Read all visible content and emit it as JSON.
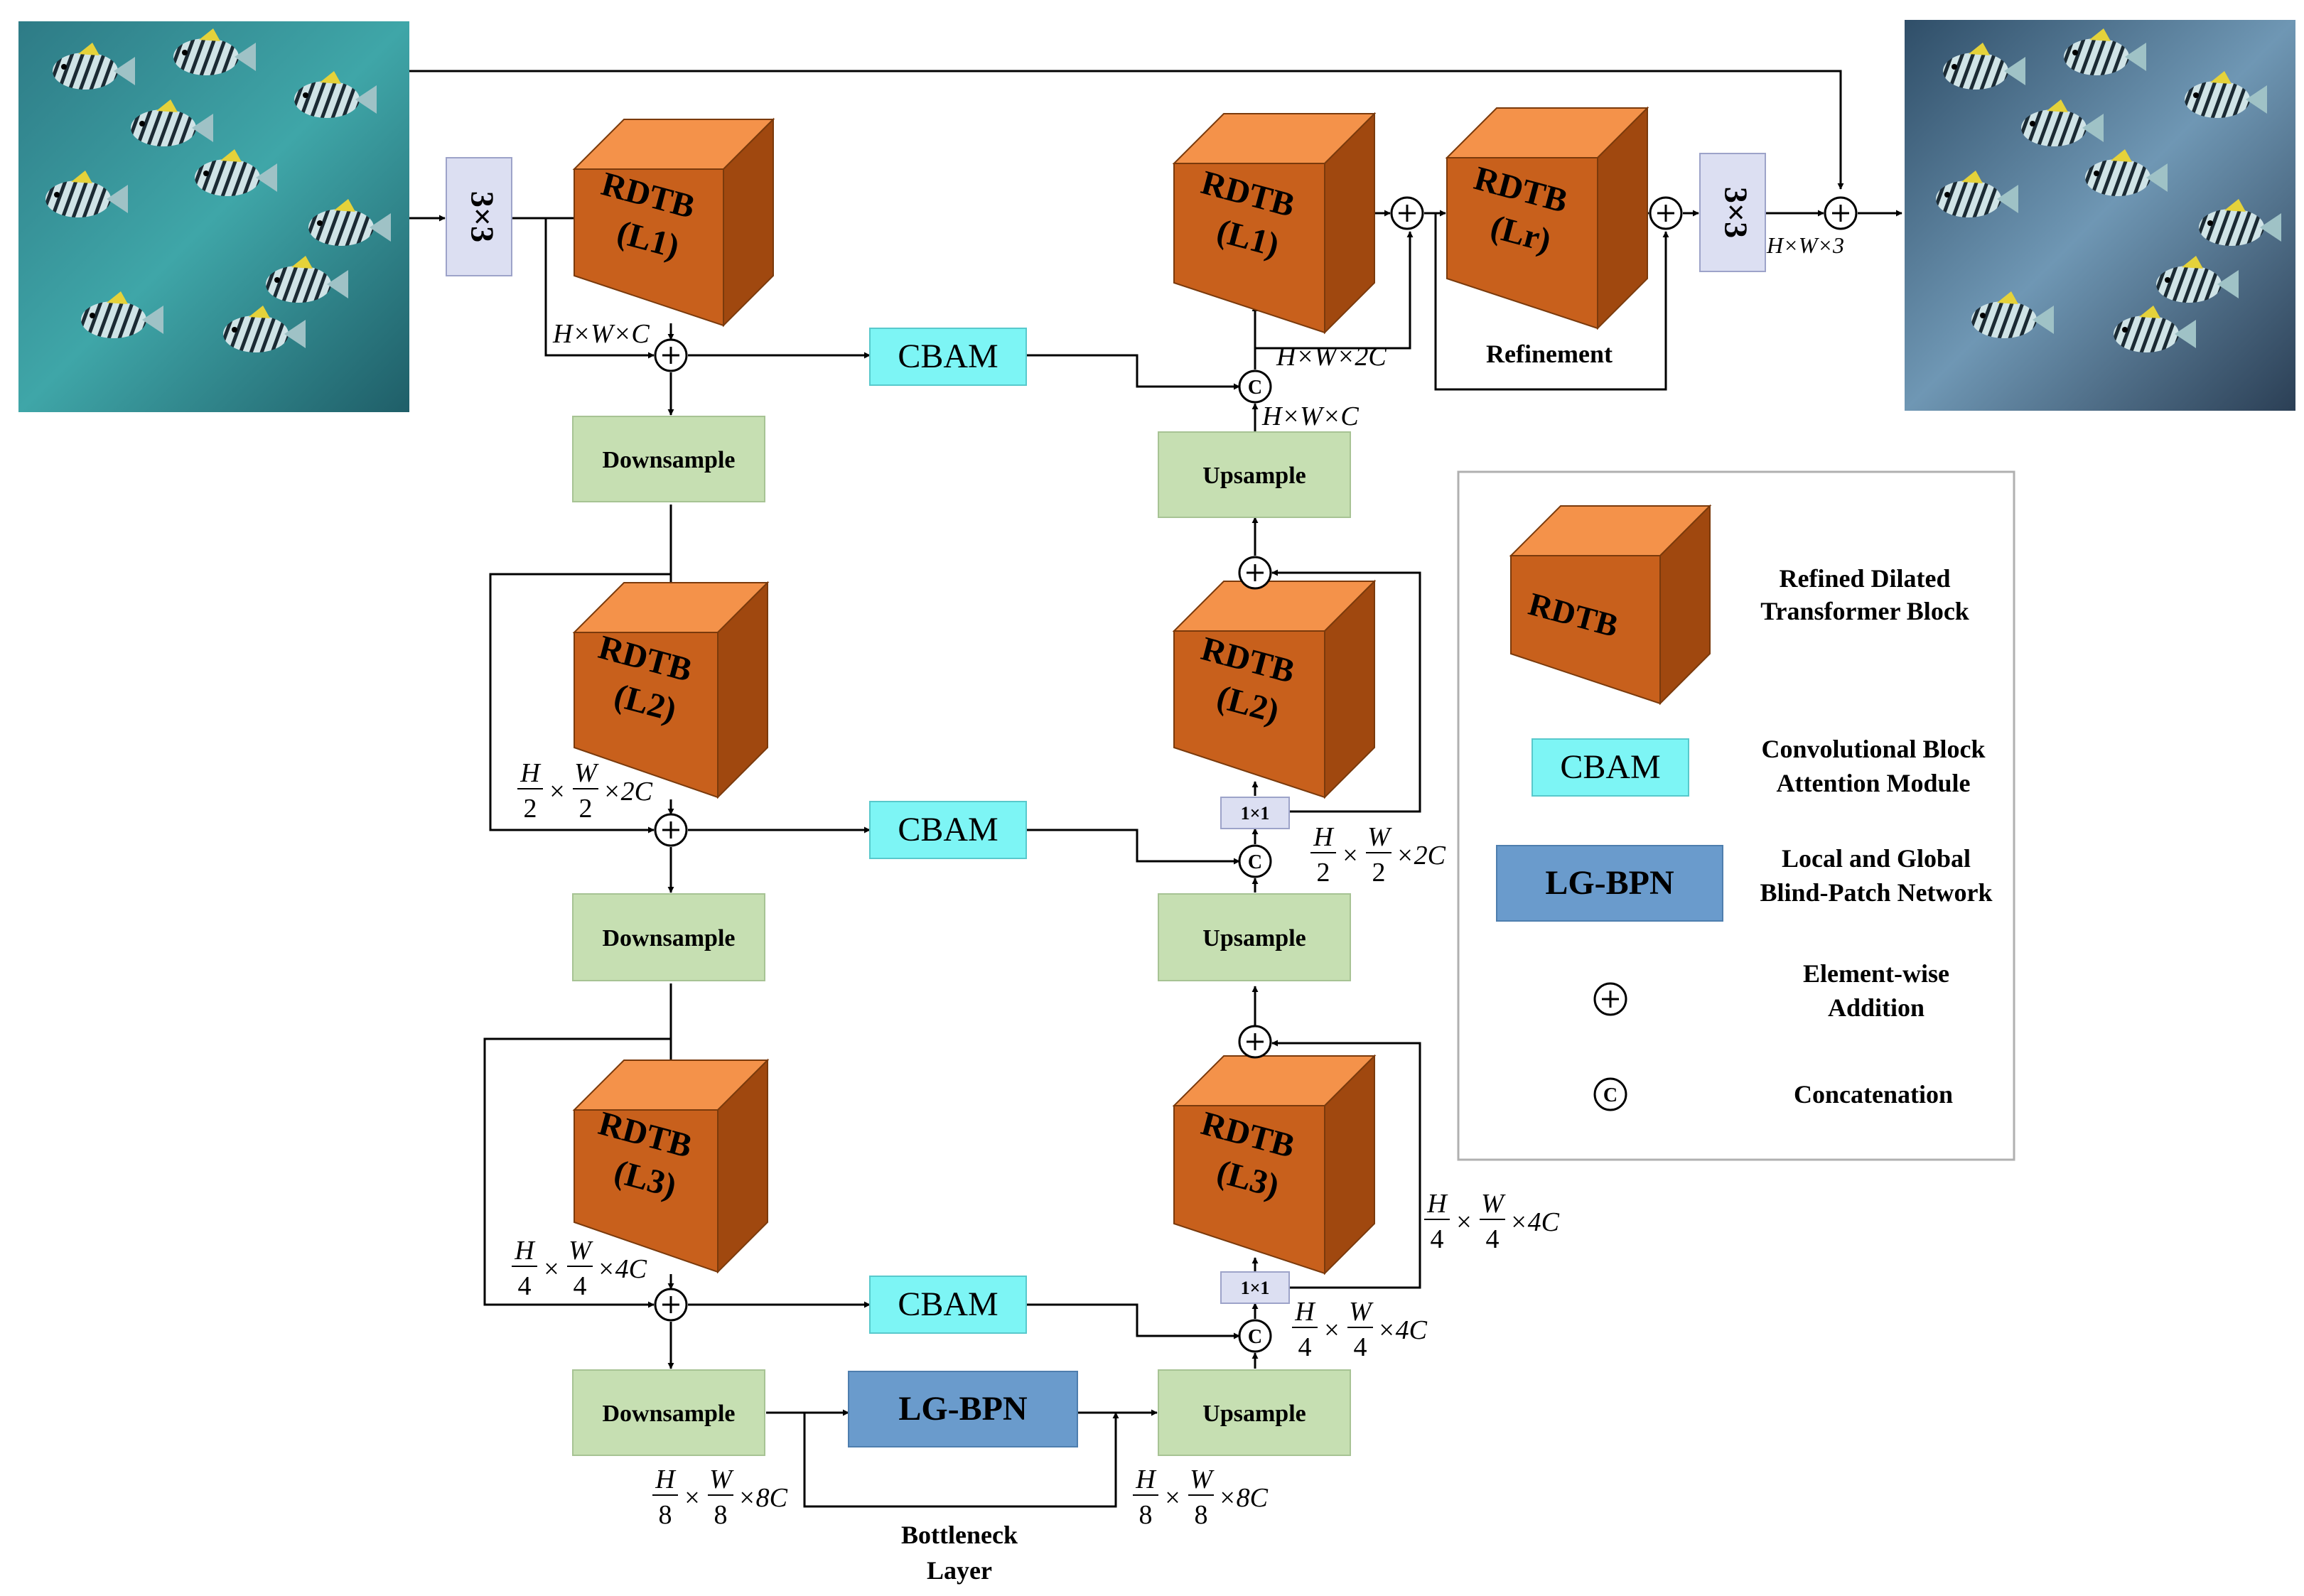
{
  "blocks": {
    "conv": "3×3",
    "conv1x1": "1×1",
    "rdtb": "RDTB",
    "enc_l1": "(L1)",
    "enc_l2": "(L2)",
    "enc_l3": "(L3)",
    "dec_l1": "(L1)",
    "dec_l2": "(L2)",
    "dec_l3": "(L3)",
    "refine_level": "(Lr)",
    "cbam": "CBAM",
    "lgbpn": "LG-BPN",
    "downsample": "Downsample",
    "upsample": "Upsample",
    "refinement": "Refinement",
    "bottleneck_line1": "Bottleneck",
    "bottleneck_line2": "Layer"
  },
  "dims": {
    "hwc": "H×W×C",
    "hw2c": "H×W×2C",
    "hw3": "H×W×3",
    "H": "H",
    "W": "W",
    "d2": "2",
    "d4": "4",
    "d8": "8",
    "times": "×",
    "c2": "×2C",
    "c4": "×4C",
    "c8": "×8C"
  },
  "legend": {
    "rdtb_line1": "Refined Dilated",
    "rdtb_line2": "Transformer Block",
    "cbam_line1": "Convolutional Block",
    "cbam_line2": "Attention Module",
    "lgbpn_line1": "Local and Global",
    "lgbpn_line2": "Blind-Patch Network",
    "add_line1": "Element-wise",
    "add_line2": "Addition",
    "concat": "Concatenation",
    "concat_symbol": "C"
  },
  "images": {
    "input": "underwater-input-image",
    "output": "enhanced-output-image"
  },
  "colors": {
    "rdtb_front": "#C8601C",
    "rdtb_top": "#F4924A",
    "rdtb_side": "#A0480F",
    "cbam": "#7DF5F5",
    "lgbpn": "#6A9BCC",
    "sample": "#C6DFB2",
    "conv": "#DCDFF2"
  }
}
